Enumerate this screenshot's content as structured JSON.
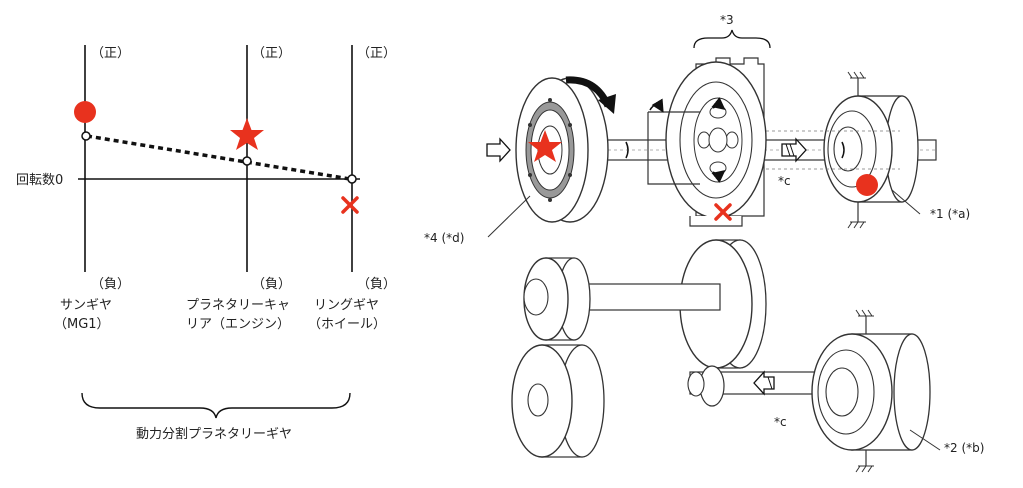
{
  "nomograph": {
    "columns": [
      {
        "top": "（正）",
        "bottom": "（負）",
        "name1": "サンギヤ",
        "name2": "（MG1）"
      },
      {
        "top": "（正）",
        "bottom": "（負）",
        "name1": "プラネタリーキャ",
        "name2": "リア（エンジン）"
      },
      {
        "top": "（正）",
        "bottom": "（負）",
        "name1": "リングギヤ",
        "name2": "（ホイール）"
      }
    ],
    "zero_label": "回転数0",
    "group_label": "動力分割プラネタリーギヤ"
  },
  "callouts": {
    "c3": "*3",
    "c1": "*1 (*a)",
    "c4": "*4 (*d)",
    "c2": "*2 (*b)",
    "cc1": "*c",
    "cc2": "*c"
  },
  "colors": {
    "marker": "#e8321e",
    "line": "#111111"
  }
}
